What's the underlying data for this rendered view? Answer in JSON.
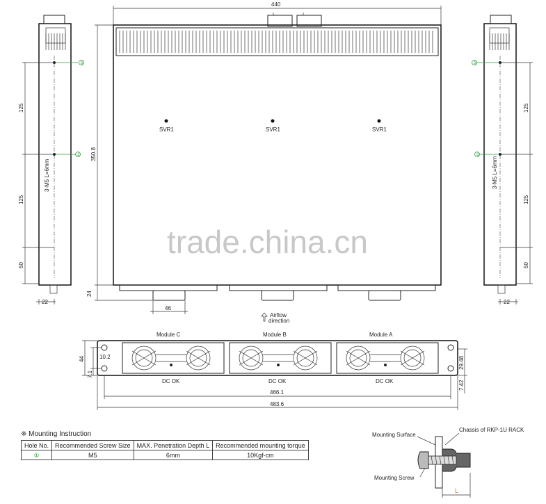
{
  "dimensions": {
    "width": "440",
    "depth": "350.8",
    "side_125_top": "125",
    "side_125_bottom": "125",
    "side_50": "50",
    "side_22": "22",
    "handle_24": "24",
    "handle_46": "46",
    "front_44": "44",
    "front_10_2": "10.2",
    "front_7_1": "7.1",
    "front_29_48": "29.48",
    "front_7_42": "7.42",
    "front_466_1": "466.1",
    "front_483_6": "483.6"
  },
  "labels": {
    "svr": "SVR1",
    "airflow_line1": "Airflow",
    "airflow_line2": "direction",
    "module_c": "Module C",
    "module_b": "Module B",
    "module_a": "Module A",
    "dc_ok": "DC OK",
    "screw_note": "3-M5 L=6mm",
    "hole_marker": "①"
  },
  "watermark": "trade.china.cn",
  "mounting": {
    "title": "※ Mounting Instruction",
    "headers": [
      "Hole No.",
      "Recommended Screw Size",
      "MAX. Penetration Depth L",
      "Recommended mounting torque"
    ],
    "row": [
      "①",
      "M5",
      "6mm",
      "10Kgf-cm"
    ]
  },
  "detail": {
    "surface": "Mounting Surface",
    "chassis": "Chassis of RKP-1U RACK",
    "screw": "Mounting Screw",
    "l": "L"
  },
  "colors": {
    "accent_green": "#2e9e3e",
    "accent_orange": "#e07a10"
  }
}
